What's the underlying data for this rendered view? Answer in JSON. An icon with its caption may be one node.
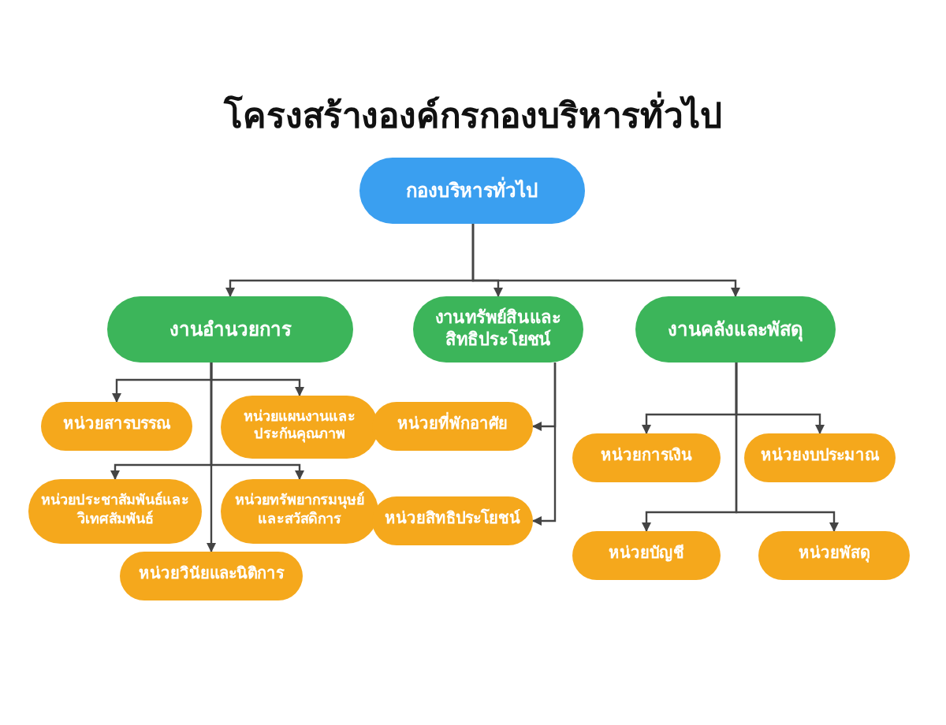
{
  "diagram": {
    "title": "โครงสร้างองค์กรกองบริหารทั่วไป",
    "nodes": [
      {
        "text": [
          "กองบริหารทั่วไป"
        ]
      },
      {
        "text": [
          "งานอำนวยการ"
        ]
      },
      {
        "text": [
          "งานทรัพย์สินและสิทธิประโยชน์"
        ]
      },
      {
        "text": [
          "งานคลังและพัสดุ"
        ]
      },
      {
        "text": [
          "หน่วยสารบรรณ"
        ]
      },
      {
        "text": [
          "หน่วยแผนงานและประกันคุณภาพ"
        ]
      },
      {
        "text": [
          "หน่วยประชาสัมพันธ์และวิเทศสัมพันธ์"
        ]
      },
      {
        "text": [
          "หน่วยทรัพยากรมนุษย์และสวัสดิการ"
        ]
      },
      {
        "text": [
          "หน่วยวินัยและนิติการ"
        ]
      },
      {
        "text": [
          "หน่วยที่พักอาศัย"
        ]
      },
      {
        "text": [
          "หน่วยสิทธิประโยชน์"
        ]
      },
      {
        "text": [
          "หน่วยการเงิน"
        ]
      },
      {
        "text": [
          "หน่วยงบประมาณ"
        ]
      },
      {
        "text": [
          "หน่วยบัญชี"
        ]
      },
      {
        "text": [
          "หน่วยพัสดุ"
        ]
      }
    ],
    "edges": [
      {
        "from": 0,
        "to": 1,
        "arrow": "to"
      },
      {
        "from": 0,
        "to": 2,
        "arrow": "to"
      },
      {
        "from": 0,
        "to": 3,
        "arrow": "to"
      },
      {
        "from": 1,
        "to": 4,
        "arrow": "to"
      },
      {
        "from": 1,
        "to": 5,
        "arrow": "to"
      },
      {
        "from": 1,
        "to": 6,
        "arrow": "to"
      },
      {
        "from": 1,
        "to": 7,
        "arrow": "to"
      },
      {
        "from": 1,
        "to": 8,
        "arrow": "to"
      },
      {
        "from": 2,
        "to": 9,
        "arrow": "to"
      },
      {
        "from": 2,
        "to": 10,
        "arrow": "to"
      },
      {
        "from": 3,
        "to": 11,
        "arrow": "to"
      },
      {
        "from": 3,
        "to": 12,
        "arrow": "to"
      },
      {
        "from": 3,
        "to": 13,
        "arrow": "to"
      },
      {
        "from": 3,
        "to": 14,
        "arrow": "to"
      }
    ]
  }
}
